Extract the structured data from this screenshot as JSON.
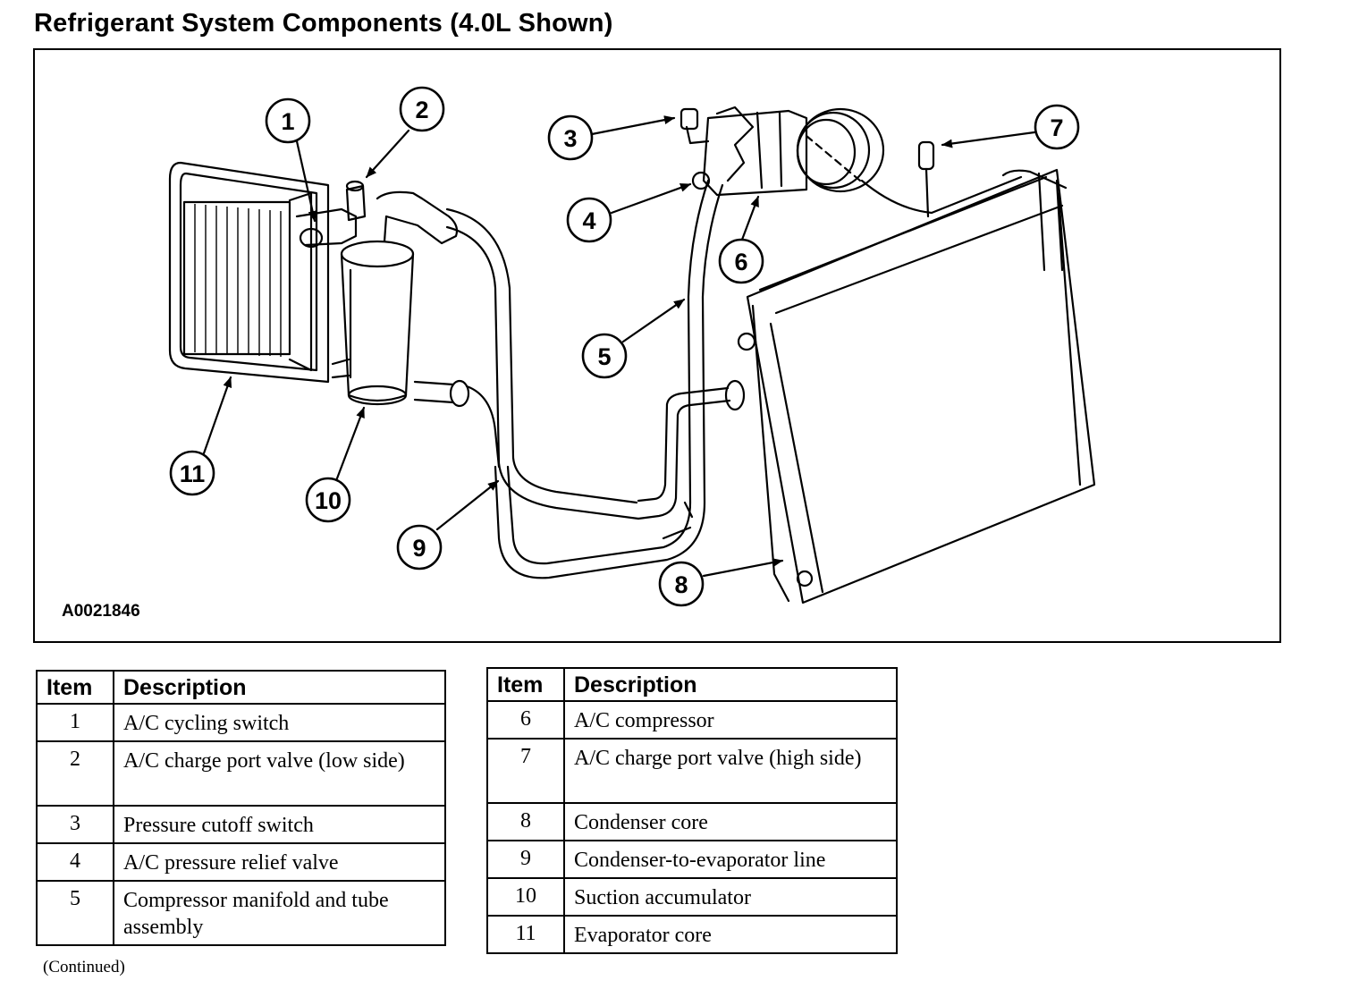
{
  "title": "Refrigerant System Components (4.0L Shown)",
  "figure_id": "A0021846",
  "callouts": [
    "1",
    "2",
    "3",
    "4",
    "5",
    "6",
    "7",
    "8",
    "9",
    "10",
    "11"
  ],
  "table_left": {
    "headers": [
      "Item",
      "Description"
    ],
    "rows": [
      {
        "item": "1",
        "desc": "A/C cycling switch"
      },
      {
        "item": "2",
        "desc": "A/C charge port valve (low side)"
      },
      {
        "item": "3",
        "desc": "Pressure cutoff switch"
      },
      {
        "item": "4",
        "desc": "A/C pressure relief valve"
      },
      {
        "item": "5",
        "desc": "Compressor manifold and tube assembly"
      }
    ]
  },
  "table_right": {
    "headers": [
      "Item",
      "Description"
    ],
    "rows": [
      {
        "item": "6",
        "desc": "A/C compressor"
      },
      {
        "item": "7",
        "desc": "A/C charge port valve (high side)"
      },
      {
        "item": "8",
        "desc": "Condenser core"
      },
      {
        "item": "9",
        "desc": "Condenser-to-evaporator line"
      },
      {
        "item": "10",
        "desc": "Suction accumulator"
      },
      {
        "item": "11",
        "desc": "Evaporator core"
      }
    ]
  },
  "continued_note": "(Continued)"
}
